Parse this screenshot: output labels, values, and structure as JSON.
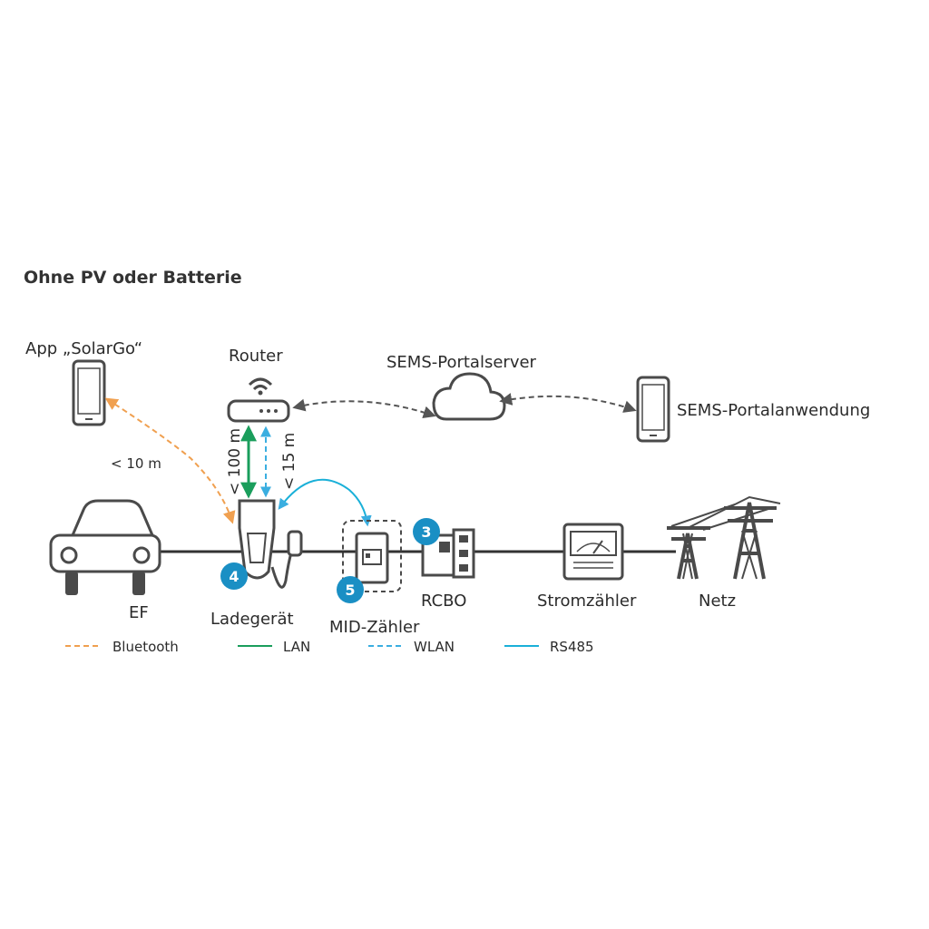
{
  "title": "Ohne PV oder Batterie",
  "labels": {
    "app": "App „SolarGo“",
    "router": "Router",
    "sems_server": "SEMS-Portalserver",
    "sems_app": "SEMS-Portalanwendung",
    "distance_bluetooth": "< 10 m",
    "distance_lan": "< 100 m",
    "distance_wlan": "< 15 m",
    "ev": "EF",
    "charger": "Ladegerät",
    "mid_meter": "MID-Zähler",
    "rcbo": "RCBO",
    "power_meter": "Stromzähler",
    "grid": "Netz"
  },
  "badges": {
    "charger": "4",
    "rcbo": "3",
    "mid_meter": "5"
  },
  "legend": [
    {
      "label": "Bluetooth",
      "color": "#f0a050",
      "style": "dashed"
    },
    {
      "label": "LAN",
      "color": "#1a9e5c",
      "style": "solid"
    },
    {
      "label": "WLAN",
      "color": "#3aaee0",
      "style": "dashed"
    },
    {
      "label": "RS485",
      "color": "#1ab0d8",
      "style": "solid"
    }
  ],
  "colors": {
    "badge": "#1a8fc4",
    "line": "#333333",
    "device": "#4a4a4a"
  },
  "icons": [
    "smartphone-icon",
    "router-icon",
    "wifi-icon",
    "cloud-icon",
    "car-icon",
    "ev-charger-icon",
    "mid-meter-icon",
    "rcbo-icon",
    "power-meter-icon",
    "power-tower-icon"
  ]
}
